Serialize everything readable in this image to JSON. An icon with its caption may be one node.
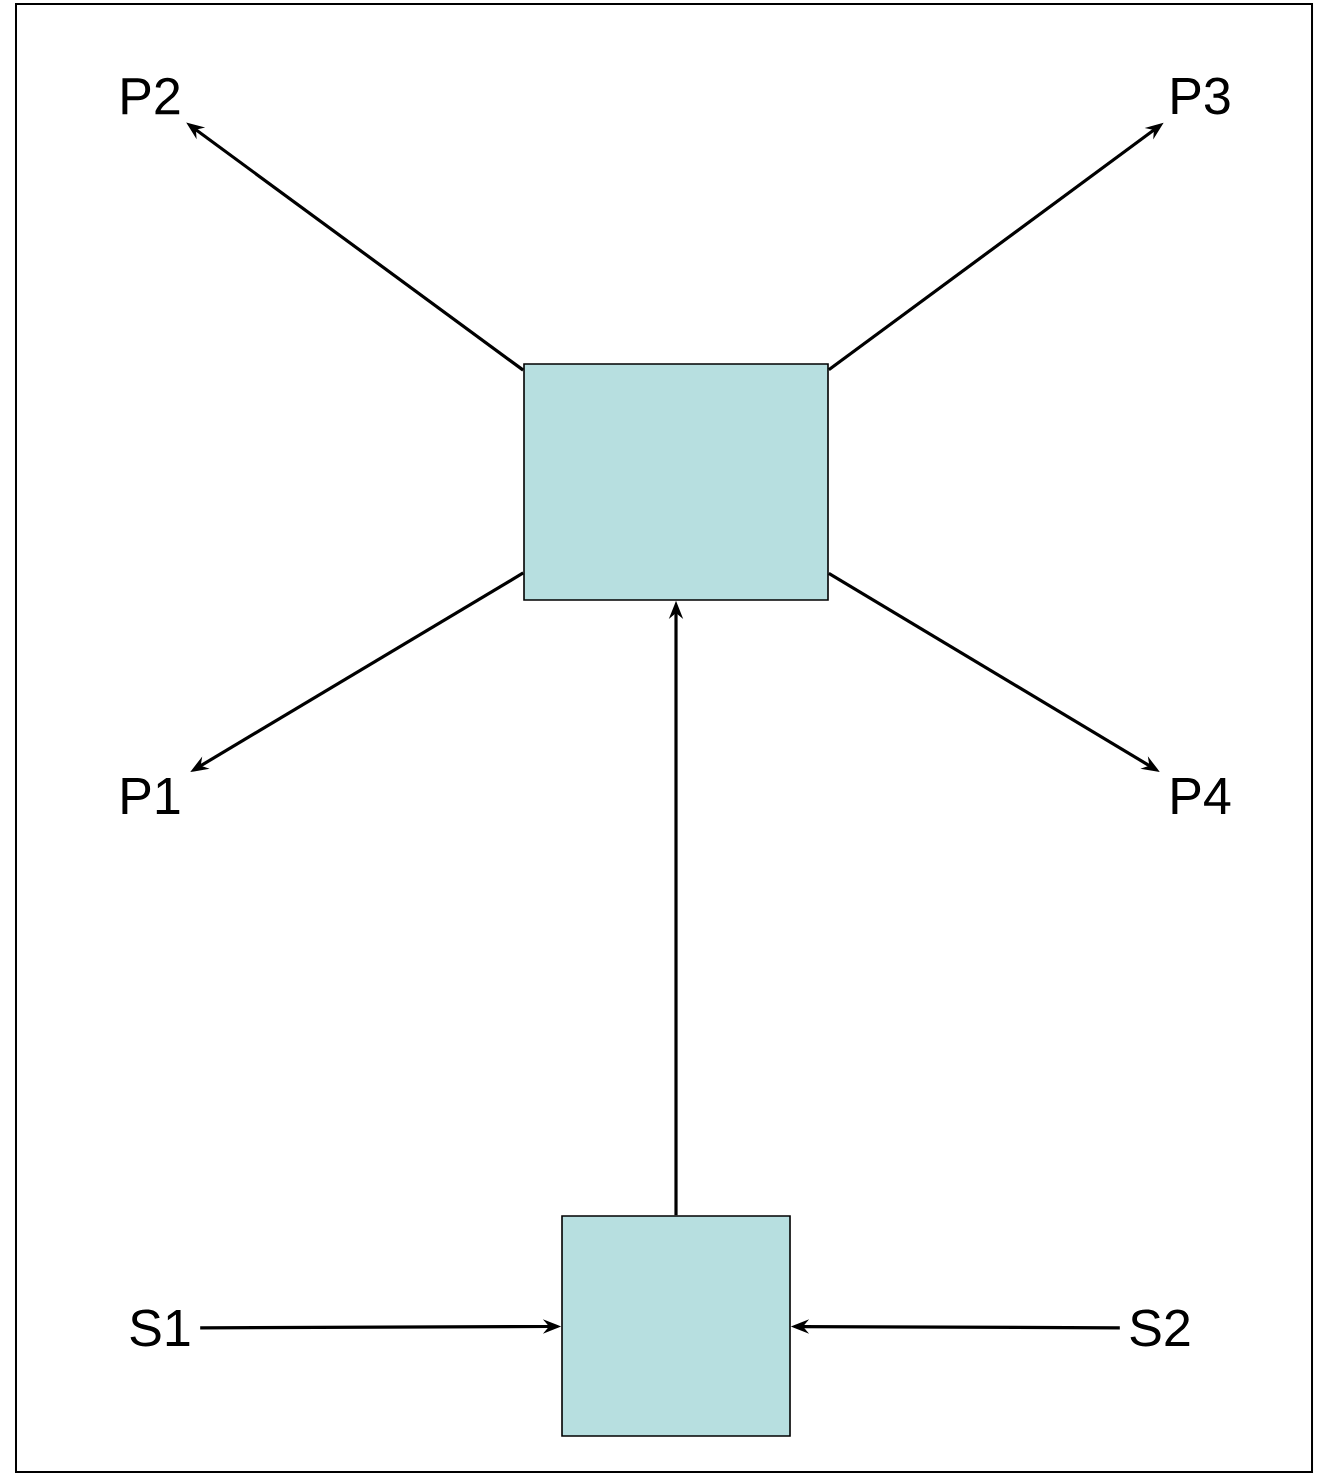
{
  "diagram": {
    "nodes": [
      {
        "text": [
          "P2"
        ]
      },
      {
        "text": [
          "P3"
        ]
      },
      {
        "text": [],
        "shape": "box"
      },
      {
        "text": [
          "P1"
        ]
      },
      {
        "text": [
          "P4"
        ]
      },
      {
        "text": [],
        "shape": "box"
      },
      {
        "text": [
          "S1"
        ]
      },
      {
        "text": [
          "S2"
        ]
      }
    ],
    "edges": [
      {
        "from": 2,
        "to": 0,
        "arrow": "to"
      },
      {
        "from": 2,
        "to": 1,
        "arrow": "to"
      },
      {
        "from": 2,
        "to": 3,
        "arrow": "to"
      },
      {
        "from": 2,
        "to": 4,
        "arrow": "to"
      },
      {
        "from": 5,
        "to": 2,
        "arrow": "to"
      },
      {
        "from": 6,
        "to": 5,
        "arrow": "to"
      },
      {
        "from": 7,
        "to": 5,
        "arrow": "to"
      }
    ]
  }
}
